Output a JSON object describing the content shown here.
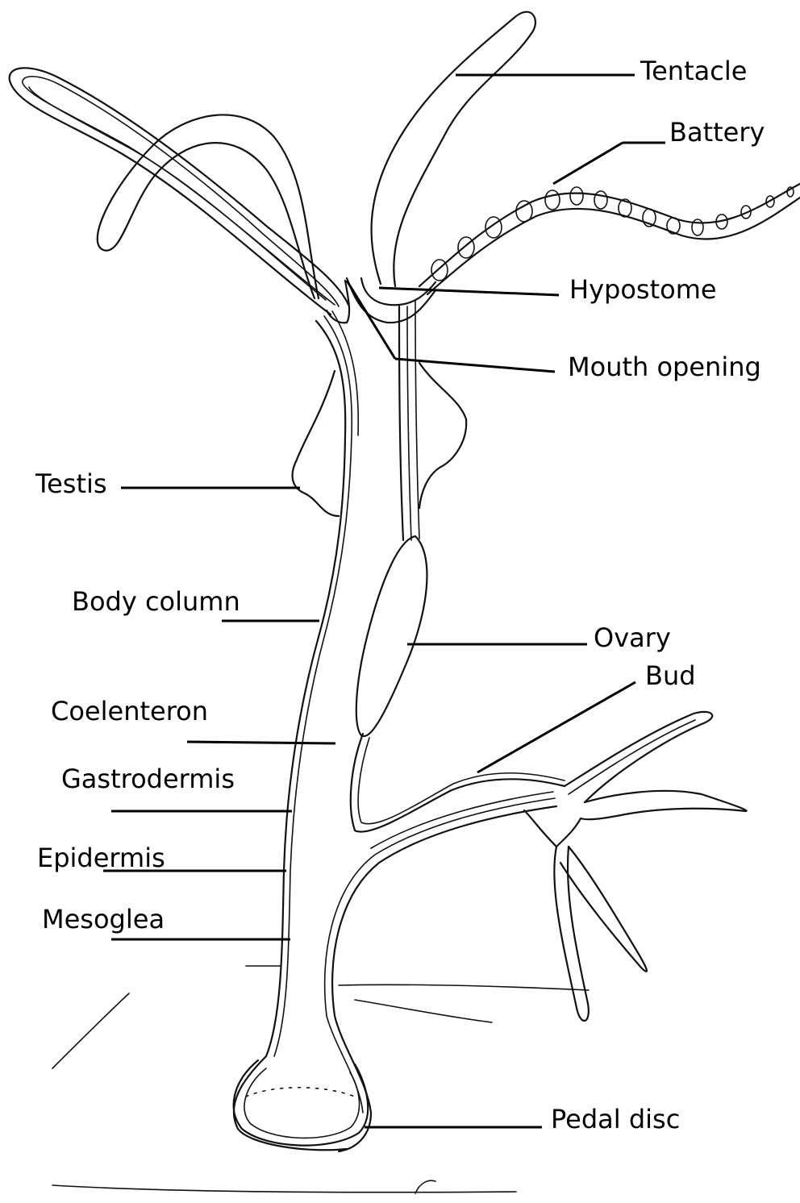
{
  "labels": {
    "tentacle": "Tentacle",
    "battery": "Battery",
    "hypostome": "Hypostome",
    "mouth_opening": "Mouth opening",
    "testis": "Testis",
    "body_column": "Body column",
    "ovary": "Ovary",
    "bud": "Bud",
    "coelenteron": "Coelenteron",
    "gastrodermis": "Gastrodermis",
    "epidermis": "Epidermis",
    "mesoglea": "Mesoglea",
    "pedal_disc": "Pedal disc"
  },
  "colors": {
    "ink": "#000000",
    "background": "#ffffff"
  }
}
